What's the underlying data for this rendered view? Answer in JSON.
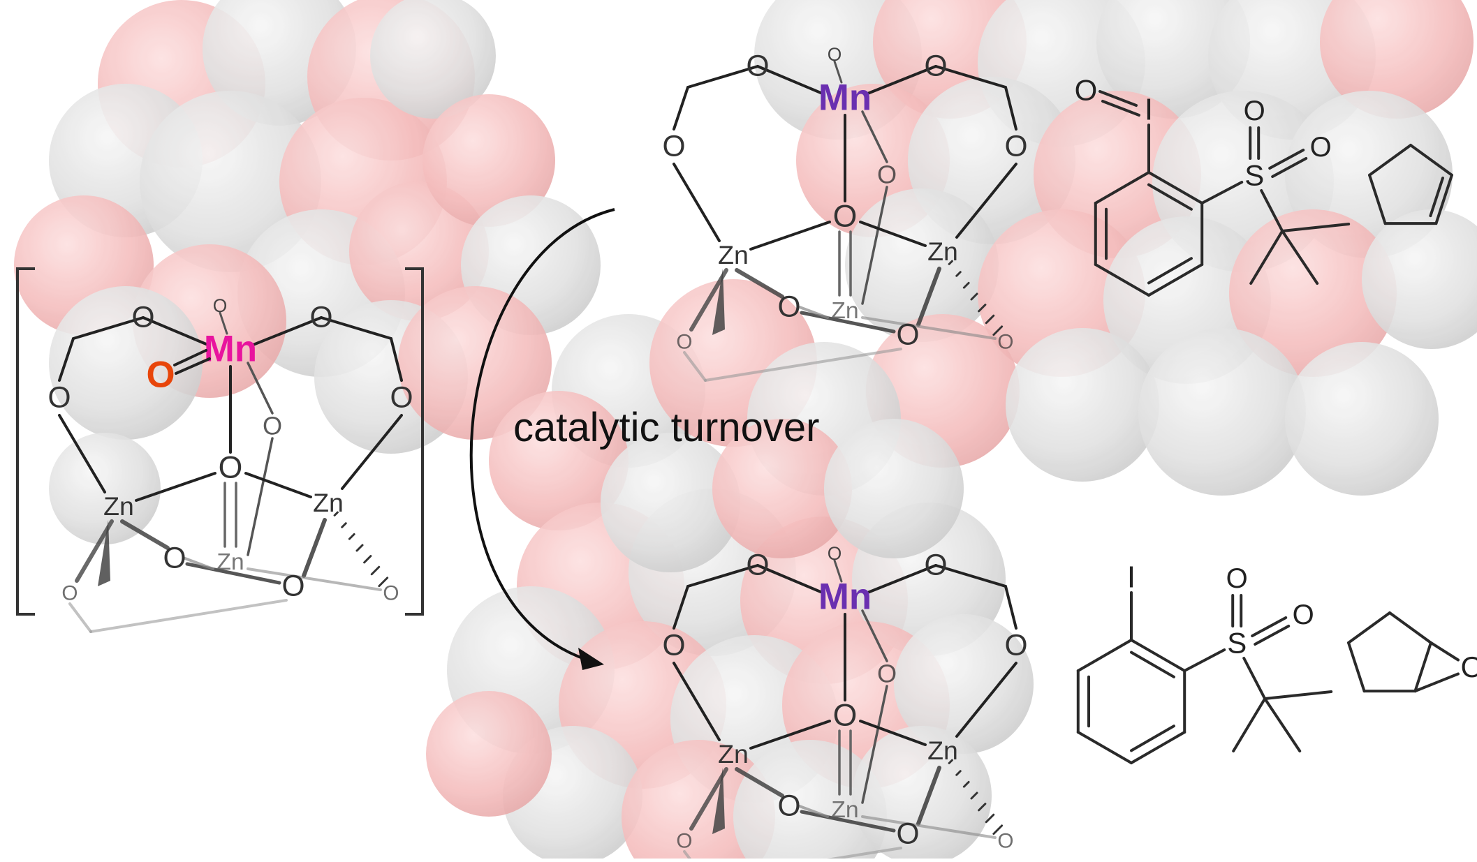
{
  "caption": "catalytic turnover",
  "atoms": {
    "manganese": "Mn",
    "zinc": "Zn",
    "oxygen": "O",
    "iodine": "I",
    "sulfur": "S"
  },
  "colors": {
    "background_atom_gray": "#d9d9d9",
    "background_atom_red": "#f4b3b3",
    "bond": "#222222",
    "mn_oxo": "#e8149e",
    "mn_resting": "#6a2fb0",
    "oxo_oxygen": "#e8450a",
    "zn_label": "#333333",
    "o_label": "#333333",
    "reagent_bond": "#2a2a2a"
  }
}
